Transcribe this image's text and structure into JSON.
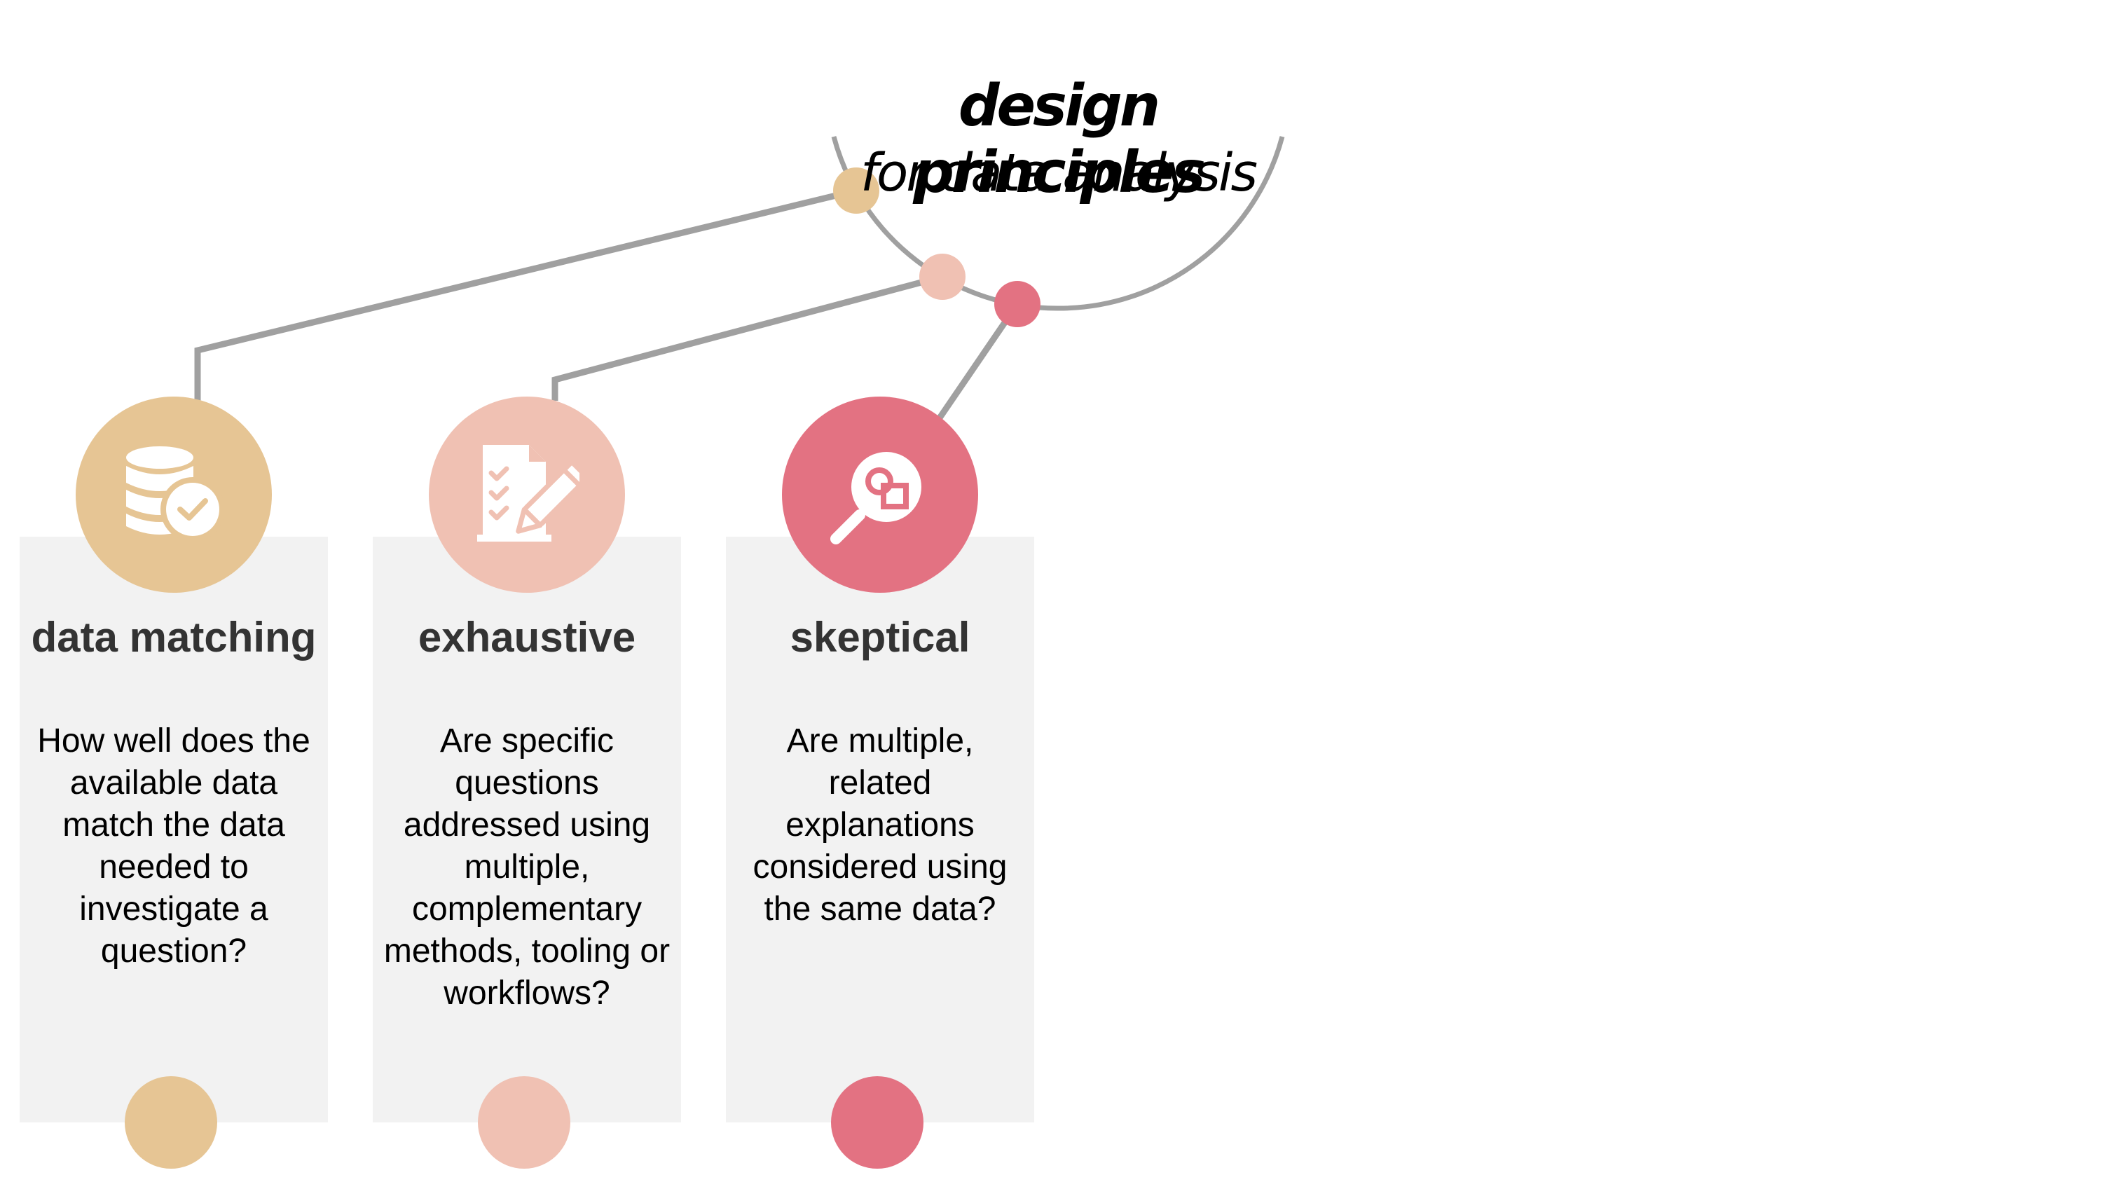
{
  "title": {
    "main": "design principles",
    "sub": "for data analysis"
  },
  "colors": {
    "data_matching": "#e6c594",
    "exhaustive": "#f0c1b3",
    "skeptical": "#e37282",
    "line": "#a0a0a0"
  },
  "principles": [
    {
      "heading": "data matching",
      "question": "How well does the available data match the data needed to investigate a question?",
      "icon": "database-check-icon"
    },
    {
      "heading": "exhaustive",
      "question": "Are specific questions addressed using multiple, complementary methods, tooling or workflows?",
      "icon": "checklist-pencil-icon"
    },
    {
      "heading": "skeptical",
      "question": "Are multiple, related explanations considered using the same data?",
      "icon": "magnifier-shapes-icon"
    }
  ]
}
